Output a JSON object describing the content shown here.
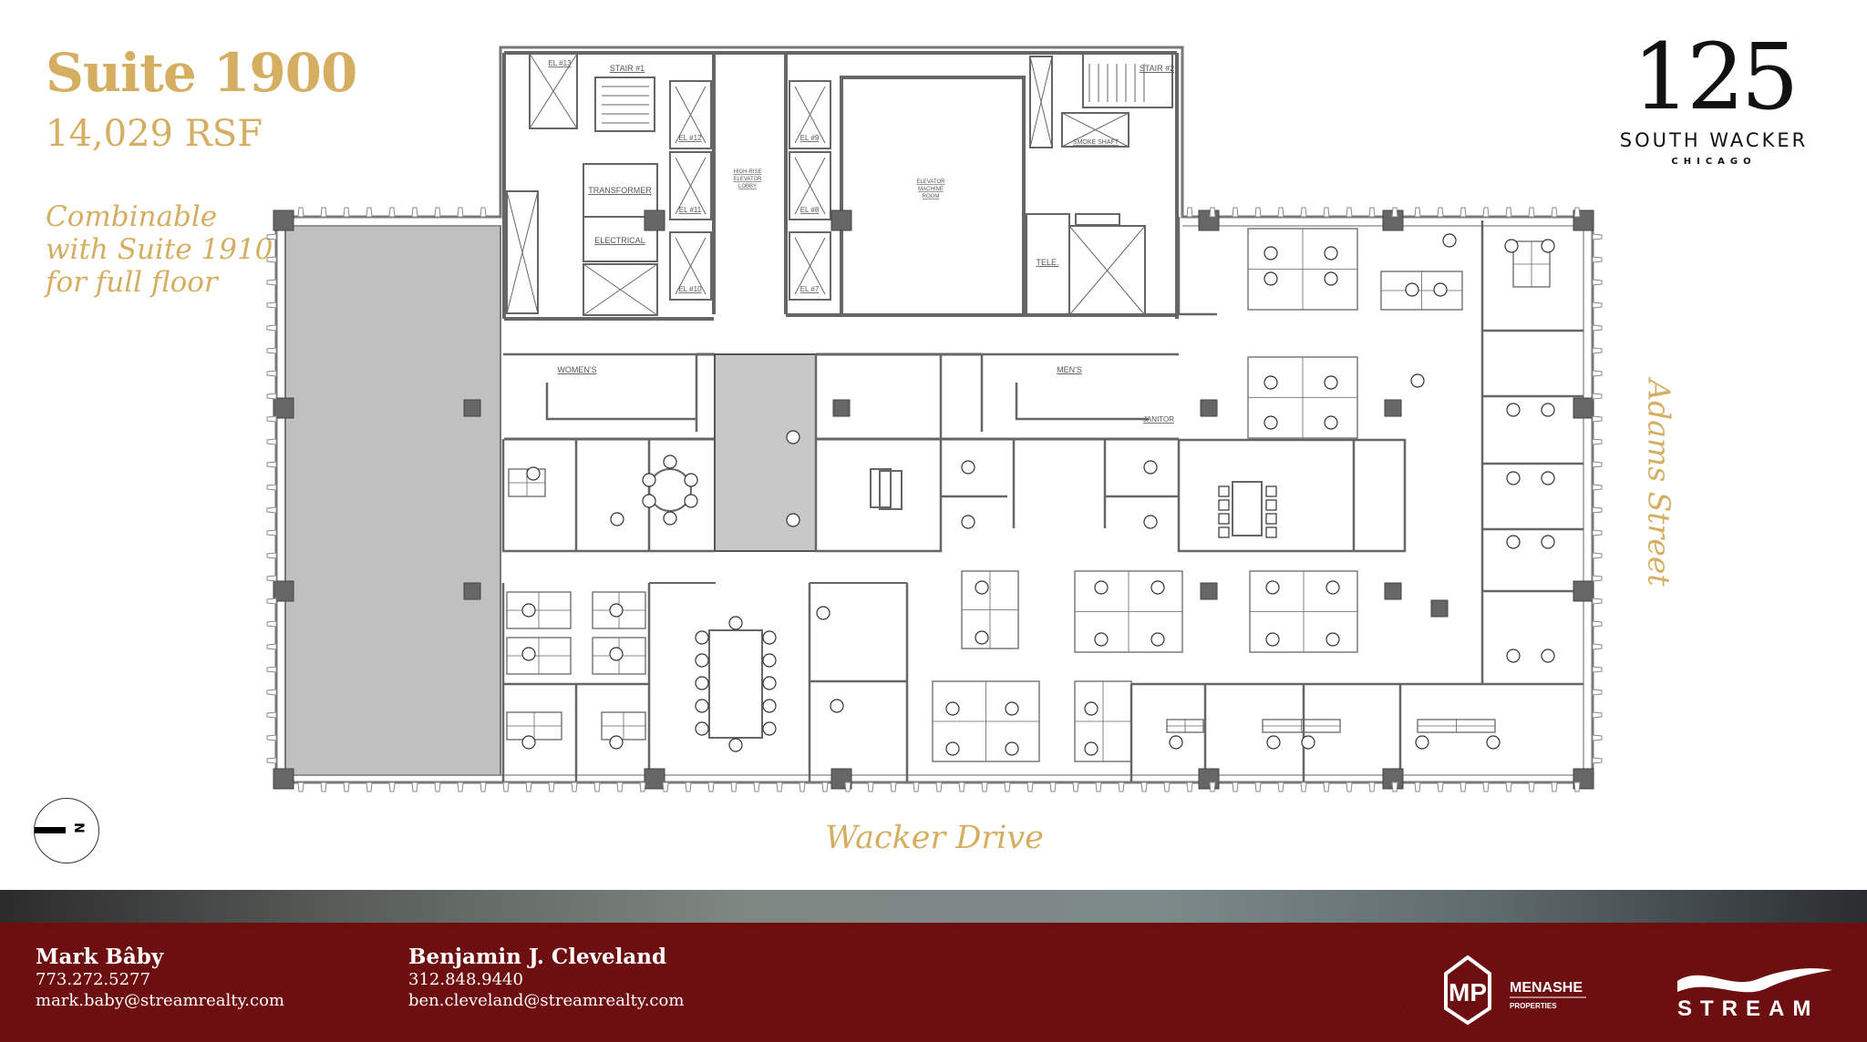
{
  "header": {
    "title": "Suite 1900",
    "area": "14,029 RSF",
    "note_lines": [
      "Combinable",
      "with Suite 1910",
      "for full floor"
    ]
  },
  "logo": {
    "number": "125",
    "name": "SOUTH WACKER",
    "city": "CHICAGO"
  },
  "plan": {
    "streets": {
      "bottom": "Wacker Drive",
      "right": "Adams Street"
    },
    "north_label": "N",
    "rooms": {
      "el13": "EL #13",
      "stair1": "STAIR #1",
      "el12": "EL #12",
      "el11": "EL #11",
      "el10": "EL #10",
      "transformer": "TRANSFORMER",
      "electrical": "ELECTRICAL",
      "lobby1": "HIGH-RISE",
      "lobby2": "ELEVATOR",
      "lobby3": "LOBBY",
      "el9": "EL #9",
      "el8": "EL #8",
      "el7": "EL #7",
      "machine1": "ELEVATOR",
      "machine2": "MACHINE",
      "machine3": "ROOM",
      "stair2": "STAIR #2",
      "smoke": "SMOKE SHAFT",
      "tele": "TELE.",
      "womens": "WOMEN'S",
      "mens": "MEN'S",
      "janitor": "JANITOR"
    },
    "colors": {
      "unavailable_area": "#c0c0c0",
      "wall": "#666666",
      "accent": "#d5ae62"
    }
  },
  "footer": {
    "contacts": [
      {
        "name": "Mark Bâby",
        "phone": "773.272.5277",
        "email": "mark.baby@streamrealty.com"
      },
      {
        "name": "Benjamin J. Cleveland",
        "phone": "312.848.9440",
        "email": "ben.cleveland@streamrealty.com"
      }
    ],
    "logos": {
      "menashe": "MENASHE",
      "menashe_sub": "PROPERTIES",
      "menashe_mark": "MP",
      "stream": "STREAM"
    },
    "background": "#6d0f11"
  }
}
